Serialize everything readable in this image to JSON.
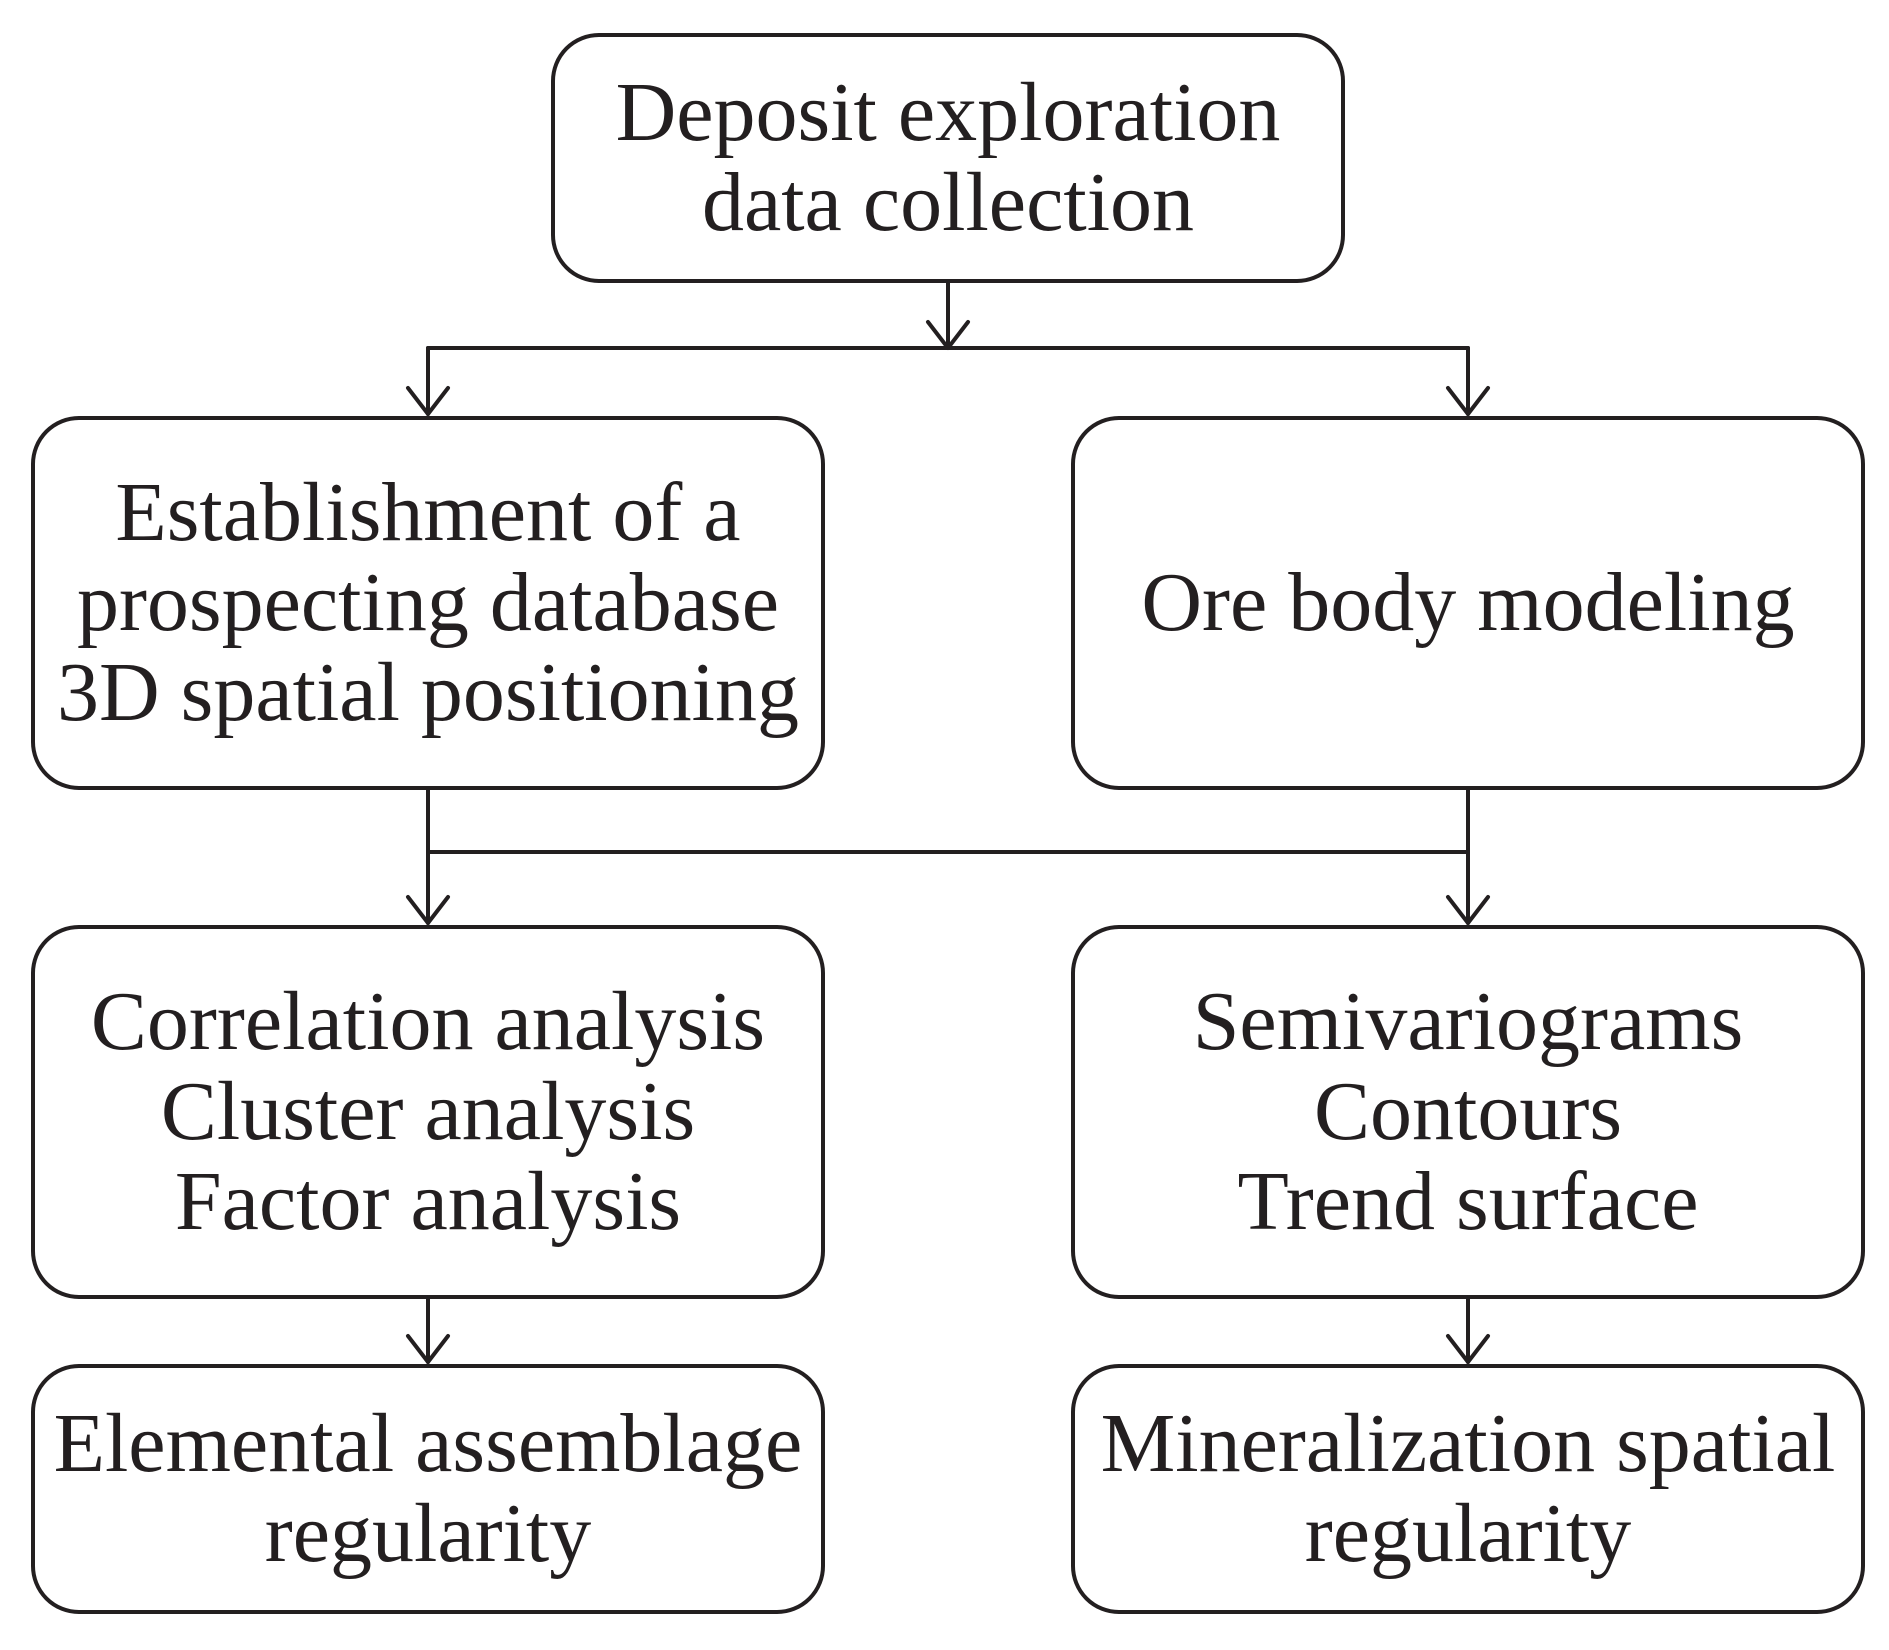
{
  "nodes": {
    "top": {
      "lines": [
        "Deposit exploration",
        "data collection"
      ]
    },
    "mid_left": {
      "lines": [
        "Establishment of a",
        "prospecting database",
        "3D spatial positioning"
      ]
    },
    "mid_right": {
      "lines": [
        "Ore body modeling"
      ]
    },
    "analysis_left": {
      "lines": [
        "Correlation analysis",
        "Cluster analysis",
        "Factor analysis"
      ]
    },
    "analysis_right": {
      "lines": [
        "Semivariograms",
        "Contours",
        "Trend surface"
      ]
    },
    "result_left": {
      "lines": [
        "Elemental assemblage",
        "regularity"
      ]
    },
    "result_right": {
      "lines": [
        "Mineralization spatial",
        "regularity"
      ]
    }
  },
  "style": {
    "stroke_color": "#231f20",
    "background": "#ffffff"
  }
}
